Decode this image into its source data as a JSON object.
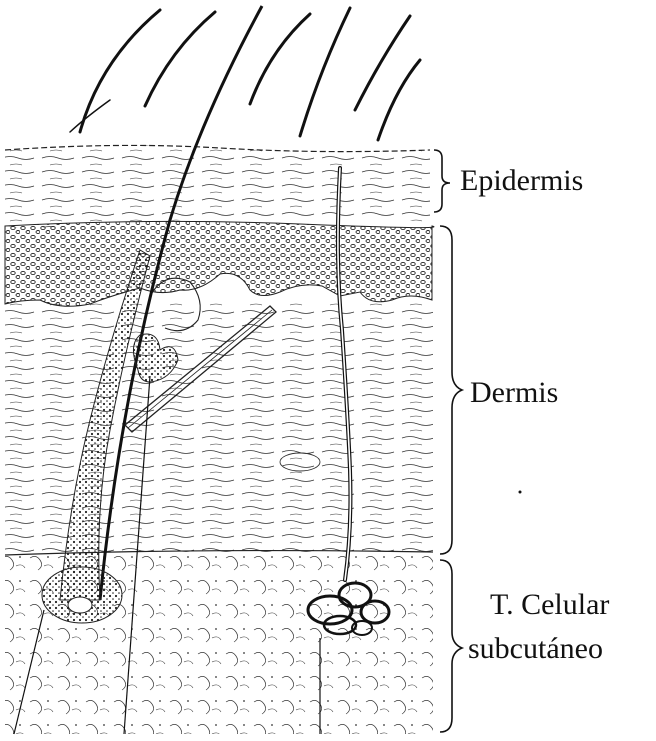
{
  "labels": {
    "epidermis": "Epidermis",
    "dermis": "Dermis",
    "subcutaneous_line1": "T. Celular",
    "subcutaneous_line2": "subcutáneo"
  },
  "colors": {
    "ink": "#1a1a1a",
    "stipple": "#2b2b2b",
    "background": "#ffffff"
  }
}
